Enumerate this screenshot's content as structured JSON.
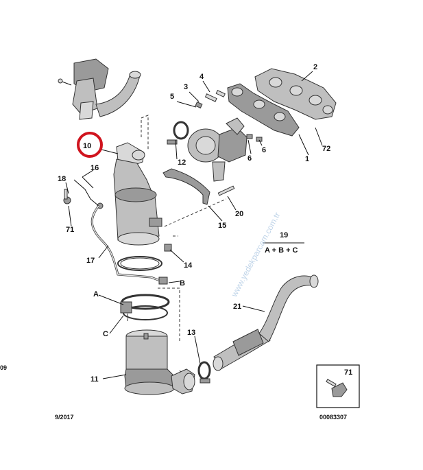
{
  "labels": {
    "p1": "1",
    "p2": "2",
    "p3": "3",
    "p4": "4",
    "p5": "5",
    "p6a": "6",
    "p6b": "6",
    "p10": "10",
    "p11": "11",
    "p12": "12",
    "p13": "13",
    "p14": "14",
    "p15": "15",
    "p16": "16",
    "p17": "17",
    "p18": "18",
    "p19": "19",
    "p20": "20",
    "p21": "21",
    "p71a": "71",
    "p71b": "71",
    "p72": "72",
    "pA": "A",
    "pB": "B",
    "pC": "C"
  },
  "formula": "A + B + C",
  "footer": {
    "date": "9/2017",
    "left_edge": "09",
    "ref": "00083307"
  },
  "watermark": "www.yedekparcam.com.tr",
  "highlight_color": "#d0141e"
}
